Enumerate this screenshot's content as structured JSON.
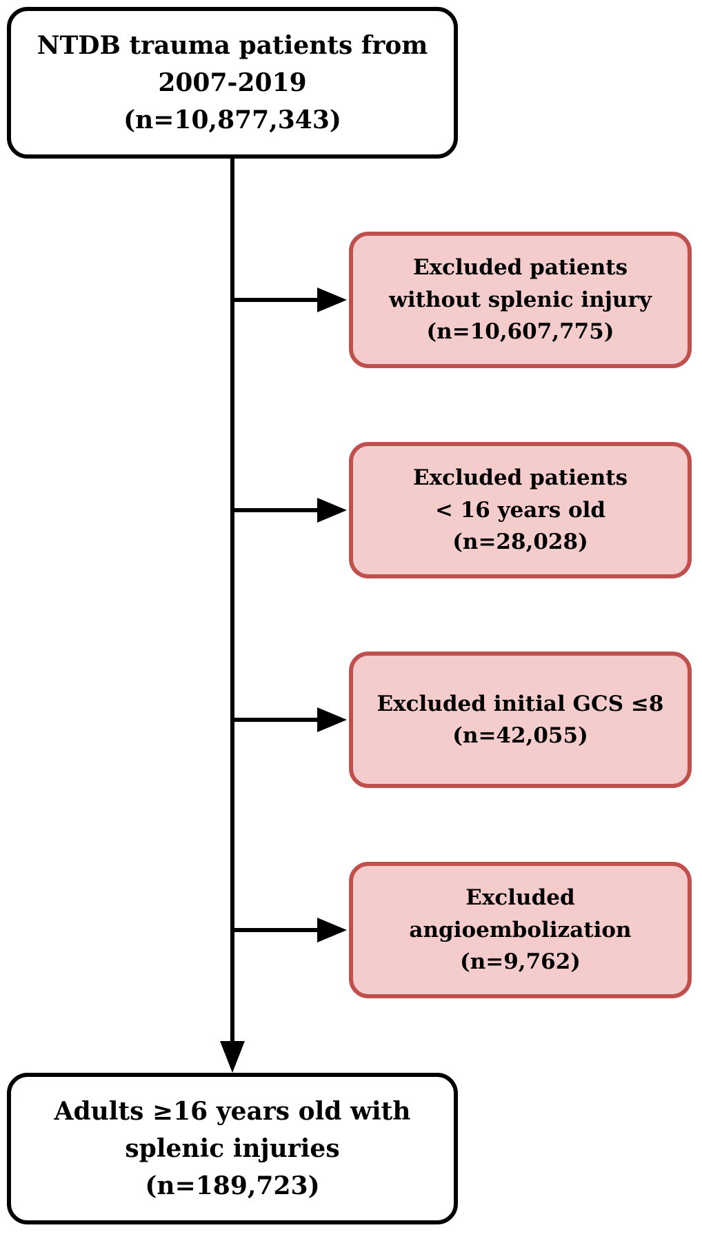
{
  "flowchart": {
    "start": {
      "lines": [
        "NTDB trauma patients from",
        "2007-2019",
        "(n=10,877,343)"
      ]
    },
    "exclusions": [
      {
        "lines": [
          "Excluded patients",
          "without splenic injury",
          "(n=10,607,775)"
        ]
      },
      {
        "lines": [
          "Excluded patients",
          "< 16 years old",
          "(n=28,028)"
        ]
      },
      {
        "lines": [
          "Excluded initial GCS ≤8",
          "(n=42,055)"
        ]
      },
      {
        "lines": [
          "Excluded",
          "angioembolization",
          "(n=9,762)"
        ]
      }
    ],
    "end": {
      "lines": [
        "Adults ≥16 years old with",
        "splenic injuries",
        "(n=189,723)"
      ]
    }
  },
  "colors": {
    "main_border": "#000000",
    "main_fill": "#ffffff",
    "exclusion_border": "#c0504d",
    "exclusion_fill": "#f5cccc",
    "connector": "#000000"
  }
}
